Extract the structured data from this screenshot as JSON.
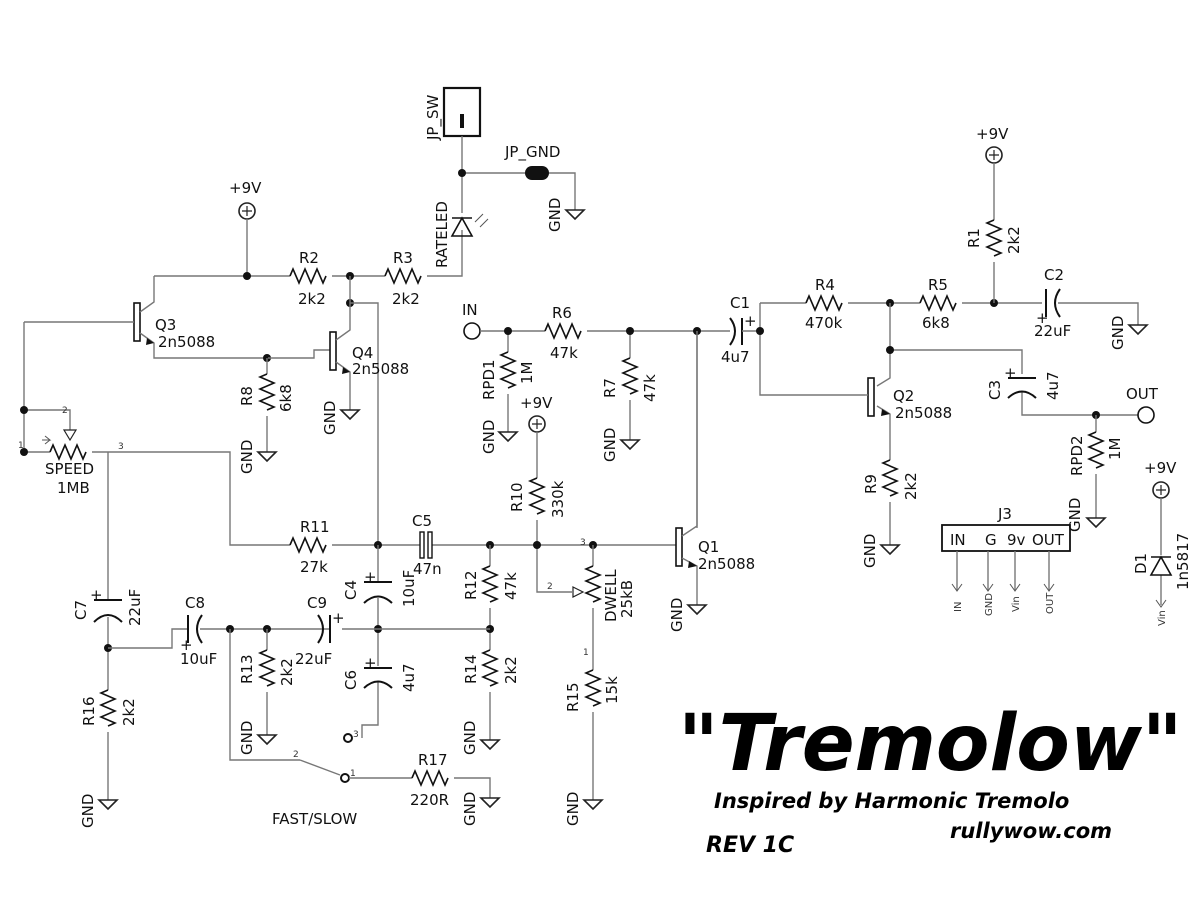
{
  "title": "\"Tremolow\"",
  "subtitle": "Inspired by Harmonic Tremolo",
  "website": "rullywow.com",
  "revision": "REV 1C",
  "supply_label": "+9V",
  "gnd_label": "GND",
  "components": {
    "R1": {
      "ref": "R1",
      "value": "2k2"
    },
    "R2": {
      "ref": "R2",
      "value": "2k2"
    },
    "R3": {
      "ref": "R3",
      "value": "2k2"
    },
    "R4": {
      "ref": "R4",
      "value": "470k"
    },
    "R5": {
      "ref": "R5",
      "value": "6k8"
    },
    "R6": {
      "ref": "R6",
      "value": "47k"
    },
    "R7": {
      "ref": "R7",
      "value": "47k"
    },
    "R8": {
      "ref": "R8",
      "value": "6k8"
    },
    "R9": {
      "ref": "R9",
      "value": "2k2"
    },
    "R10": {
      "ref": "R10",
      "value": "330k"
    },
    "R11": {
      "ref": "R11",
      "value": "27k"
    },
    "R12": {
      "ref": "R12",
      "value": "47k"
    },
    "R13": {
      "ref": "R13",
      "value": "2k2"
    },
    "R14": {
      "ref": "R14",
      "value": "2k2"
    },
    "R15": {
      "ref": "R15",
      "value": "15k"
    },
    "R16": {
      "ref": "R16",
      "value": "2k2"
    },
    "R17": {
      "ref": "R17",
      "value": "220R"
    },
    "RPD1": {
      "ref": "RPD1",
      "value": "1M"
    },
    "RPD2": {
      "ref": "RPD2",
      "value": "1M"
    },
    "C1": {
      "ref": "C1",
      "value": "4u7"
    },
    "C2": {
      "ref": "C2",
      "value": "22uF"
    },
    "C3": {
      "ref": "C3",
      "value": "4u7"
    },
    "C4": {
      "ref": "C4",
      "value": "10uF"
    },
    "C5": {
      "ref": "C5",
      "value": "47n"
    },
    "C6": {
      "ref": "C6",
      "value": "4u7"
    },
    "C7": {
      "ref": "C7",
      "value": "22uF"
    },
    "C8": {
      "ref": "C8",
      "value": "10uF"
    },
    "C9": {
      "ref": "C9",
      "value": "22uF"
    },
    "Q1": {
      "ref": "Q1",
      "value": "2n5088"
    },
    "Q2": {
      "ref": "Q2",
      "value": "2n5088"
    },
    "Q3": {
      "ref": "Q3",
      "value": "2n5088"
    },
    "Q4": {
      "ref": "Q4",
      "value": "2n5088"
    },
    "D1": {
      "ref": "D1",
      "value": "1n5817"
    },
    "LED": {
      "ref": "RATELED"
    },
    "SPEED": {
      "ref": "SPEED",
      "value": "1MB"
    },
    "DWELL": {
      "ref": "DWELL",
      "value": "25kB"
    },
    "SW": {
      "ref": "FAST/SLOW"
    },
    "JP_SW": {
      "ref": "JP_SW"
    },
    "JP_GND": {
      "ref": "JP_GND"
    },
    "J3": {
      "ref": "J3",
      "pins": [
        "IN",
        "G",
        "9v",
        "OUT"
      ],
      "nets": [
        "IN",
        "GND",
        "Vin",
        "OUT"
      ]
    }
  },
  "ports": {
    "in": "IN",
    "out": "OUT",
    "vin": "Vin"
  },
  "pins": {
    "p1": "1",
    "p2": "2",
    "p3": "3"
  }
}
